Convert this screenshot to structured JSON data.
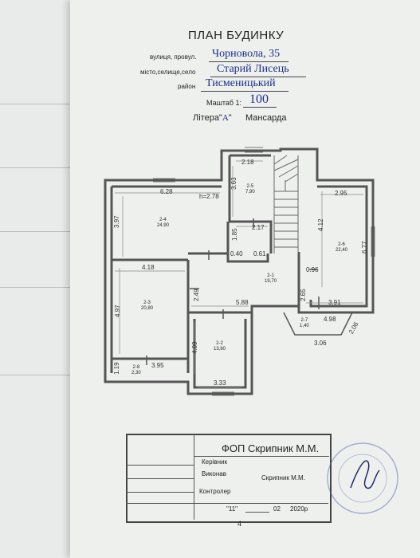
{
  "header": {
    "title": "ПЛАН БУДИНКУ",
    "street_label": "вулиця, провул.",
    "street_value": "Чорновола, 35",
    "city_label": "місто,селище,село",
    "city_value": "Старий Лисець",
    "district_label": "район",
    "district_value": "Тисменицький",
    "scale_label": "Маштаб 1:",
    "scale_value": "100",
    "litera_prefix": "Літера\"",
    "litera_value": "А",
    "litera_suffix": "\"",
    "floor_name": "Мансарда"
  },
  "plan": {
    "height_note": "h=2.78",
    "rooms": [
      {
        "id": "2-1",
        "area": "19,70"
      },
      {
        "id": "2-2",
        "area": "13,60"
      },
      {
        "id": "2-3",
        "area": "20,80"
      },
      {
        "id": "2-4",
        "area": "24,90"
      },
      {
        "id": "2-5",
        "area": "7,90"
      },
      {
        "id": "2-6",
        "area": "22,40"
      },
      {
        "id": "2-7",
        "area": "1,40"
      },
      {
        "id": "2-8",
        "area": "2,30"
      }
    ],
    "dimensions": [
      "2.18",
      "3.63",
      "6.28",
      "3.97",
      "1.85",
      "2.17",
      "0.40",
      "0.61",
      "2.95",
      "4.12",
      "6.77",
      "0.96",
      "4.18",
      "4.97",
      "2.49",
      "5.88",
      "2.65",
      "3.91",
      "4.98",
      "2.06",
      "3.06",
      "4.09",
      "1.19",
      "3.95",
      "3.33"
    ]
  },
  "stamp": {
    "company": "ФОП Скрипник М.М.",
    "row_labels": [
      "Керівник",
      "Виконав",
      "Контролер"
    ],
    "executor_name": "Скрипник М.М.",
    "date_day": "\"11\"",
    "date_month": "02",
    "date_year": "2020р"
  },
  "page_number": "4"
}
